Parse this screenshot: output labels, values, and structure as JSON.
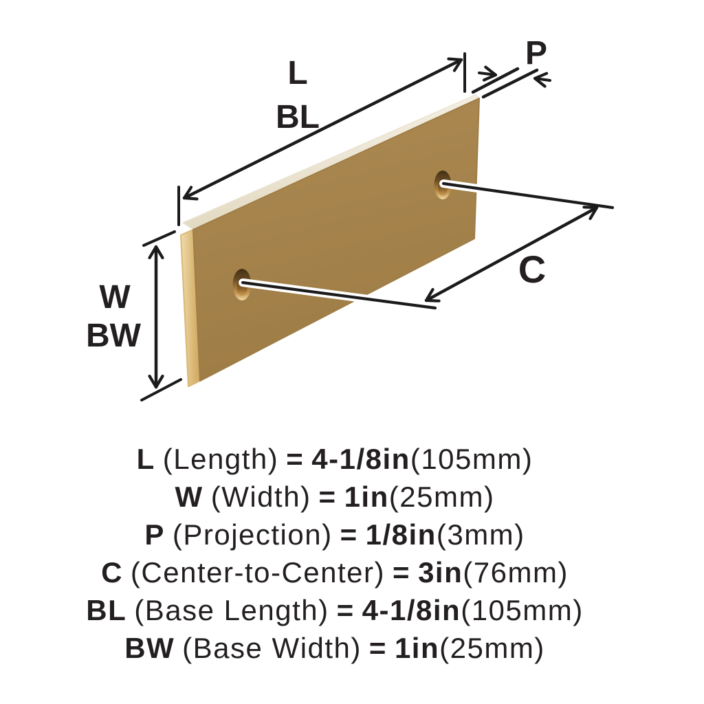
{
  "diagram": {
    "labels": {
      "length": "L",
      "base_length": "BL",
      "projection": "P",
      "width": "W",
      "base_width": "BW",
      "center_to_center": "C"
    }
  },
  "specs": {
    "equals": "=",
    "rows": [
      {
        "symbol": "L",
        "name": "(Length)",
        "value": "4-1/8in",
        "metric": "(105mm)"
      },
      {
        "symbol": "W",
        "name": "(Width)",
        "value": "1in",
        "metric": "(25mm)"
      },
      {
        "symbol": "P",
        "name": "(Projection)",
        "value": "1/8in",
        "metric": "(3mm)"
      },
      {
        "symbol": "C",
        "name": "(Center-to-Center)",
        "value": "3in",
        "metric": "(76mm)"
      },
      {
        "symbol": "BL",
        "name": "(Base Length)",
        "value": "4-1/8in",
        "metric": "(105mm)"
      },
      {
        "symbol": "BW",
        "name": "(Base Width)",
        "value": "1in",
        "metric": "(25mm)"
      }
    ]
  },
  "colors": {
    "face": "#A5834C",
    "edge-gold": "#DDBC7C",
    "top-cream": "#EFE9DA",
    "line": "#1B1B1B",
    "text": "#231F20",
    "bg": "#FFFFFF"
  }
}
